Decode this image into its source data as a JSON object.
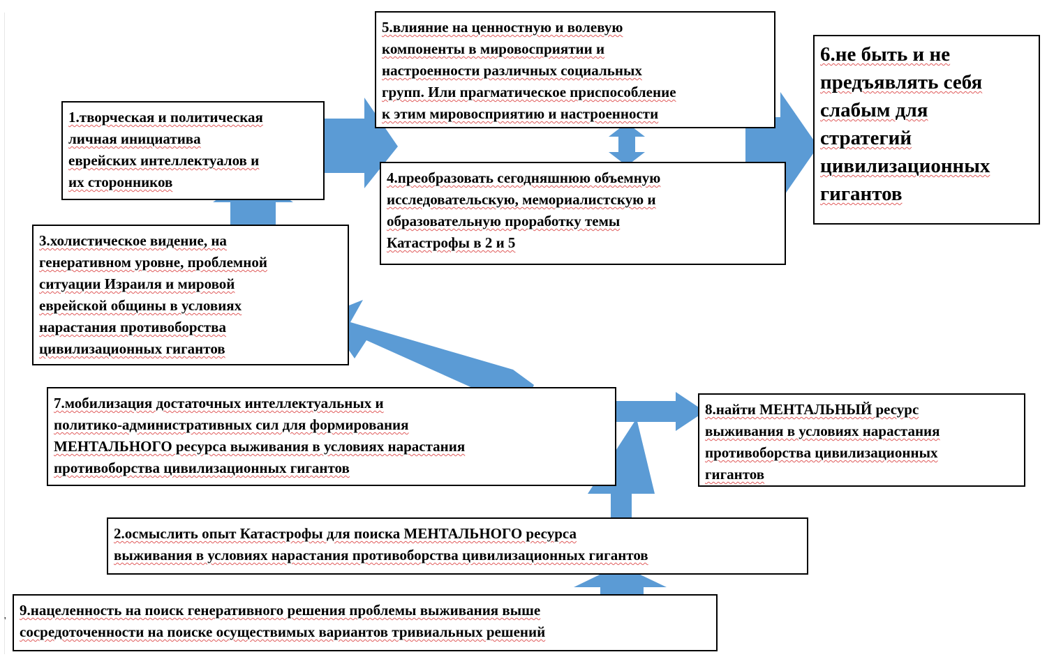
{
  "colors": {
    "arrow": "#5b9bd5",
    "border": "#000000",
    "underline": "#e05a5a"
  },
  "boxes": {
    "b1": "1.творческая и политическая\nличная инициатива\nеврейских интеллектуалов и\nих сторонников",
    "b2": "2.осмыслить опыт Катастрофы для поиска МЕНТАЛЬНОГО ресурса\nвыживания в условиях нарастания противоборства цивилизационных гигантов",
    "b3": "3.холистическое видение, на\nгенеративном уровне, проблемной\nситуации Израиля и мировой\nеврейской общины в условиях\nнарастания противоборства\nцивилизационных гигантов",
    "b4": "4.преобразовать сегодняшнюю объемную\nисследовательскую, мемориалистскую и\nобразовательную проработку темы\nКатастрофы в 2 и 5",
    "b5": "5.влияние на ценностную и волевую\nкомпоненты в мировосприятии и\nнастроенности различных социальных\nгрупп. Или прагматическое приспособление\nк этим мировосприятию и настроенности",
    "b6": "6.не быть и не\nпредъявлять себя\nслабым для\nстратегий\nцивилизационных\nгигантов",
    "b7": "7.мобилизация достаточных интеллектуальных и\nполитико-административных сил для формирования\nМЕНТАЛЬНОГО ресурса выживания в условиях нарастания\nпротивоборства цивилизационных гигантов",
    "b8": "8.найти МЕНТАЛЬНЫЙ ресурс\nвыживания в условиях нарастания\nпротивоборства цивилизационных\nгигантов",
    "b9": "9.нацеленность на поиск генеративного решения проблемы выживания выше\nсосредоточенности на поиске осуществимых вариантов тривиальных решений"
  },
  "margin_mark": "'"
}
